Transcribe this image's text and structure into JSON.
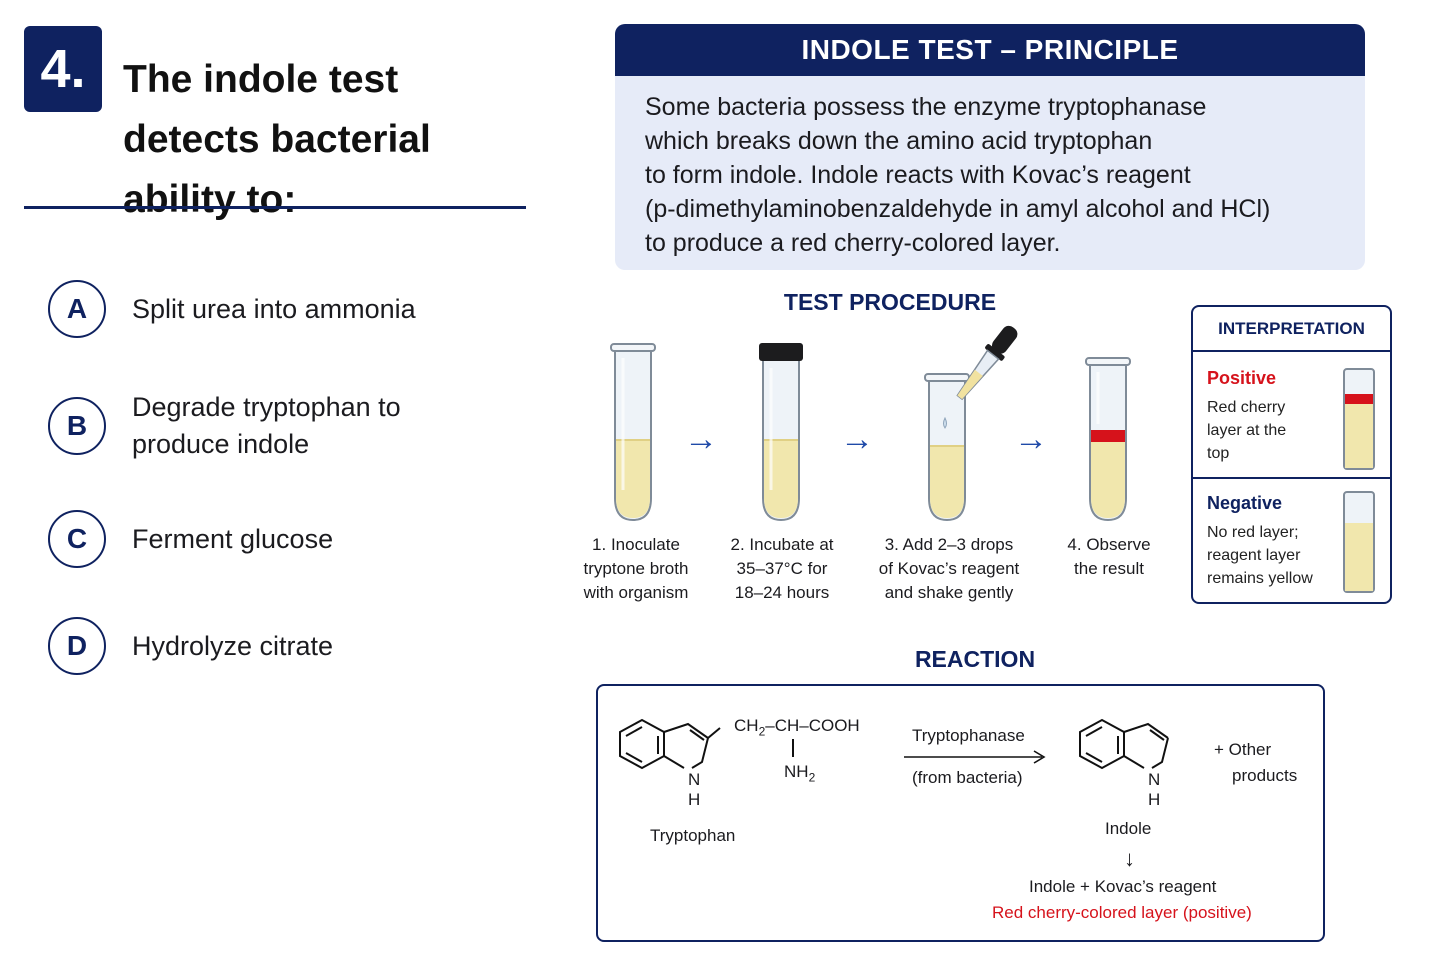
{
  "question": {
    "number": "4.",
    "text": "The indole test detects bacterial ability to:"
  },
  "options": [
    {
      "letter": "A",
      "text": "Split urea into ammonia"
    },
    {
      "letter": "B",
      "text": "Degrade tryptophan to produce indole"
    },
    {
      "letter": "C",
      "text": "Ferment glucose"
    },
    {
      "letter": "D",
      "text": "Hydrolyze citrate"
    }
  ],
  "principle": {
    "title": "INDOLE TEST – PRINCIPLE",
    "body": "Some bacteria possess the enzyme tryptophanase\nwhich breaks down the amino acid tryptophan\nto form indole. Indole reacts with Kovac’s reagent\n(p-dimethylaminobenzaldehyde in amyl alcohol and HCl)\nto produce a red cherry-colored layer."
  },
  "procedure": {
    "title": "TEST PROCEDURE",
    "arrow": "→",
    "steps": [
      {
        "label": "1. Inoculate\ntryptone broth\nwith organism"
      },
      {
        "label": "2. Incubate at\n35–37°C for\n18–24 hours"
      },
      {
        "label": "3. Add 2–3 drops\nof Kovac’s reagent\nand shake gently"
      },
      {
        "label": "4. Observe\nthe result"
      }
    ]
  },
  "interpretation": {
    "title": "INTERPRETATION",
    "positive": {
      "title": "Positive",
      "desc": "Red cherry\nlayer at the\ntop"
    },
    "negative": {
      "title": "Negative",
      "desc": "No red layer;\nreagent layer\nremains yellow"
    }
  },
  "reaction": {
    "title": "REACTION",
    "side_chain_top": "CH",
    "side_chain_sub": "2",
    "side_chain_rest": "–CH–COOH",
    "amine": "NH",
    "amine_sub": "2",
    "nh_n": "N",
    "nh_h": "H",
    "tryptophan_label": "Tryptophan",
    "enzyme": "Tryptophanase",
    "enzyme_source": "(from bacteria)",
    "plus_other": "+  Other",
    "products": "products",
    "indole_label": "Indole",
    "down_arrow": "↓",
    "combination": "Indole  +  Kovac’s reagent",
    "result": "Red cherry-colored layer (positive)"
  },
  "colors": {
    "navy": "#0f2260",
    "accent_blue": "#1f4aa8",
    "red": "#d6121b",
    "broth_yellow": "#f1e7ad",
    "panel_bg": "#e6ebf8"
  }
}
